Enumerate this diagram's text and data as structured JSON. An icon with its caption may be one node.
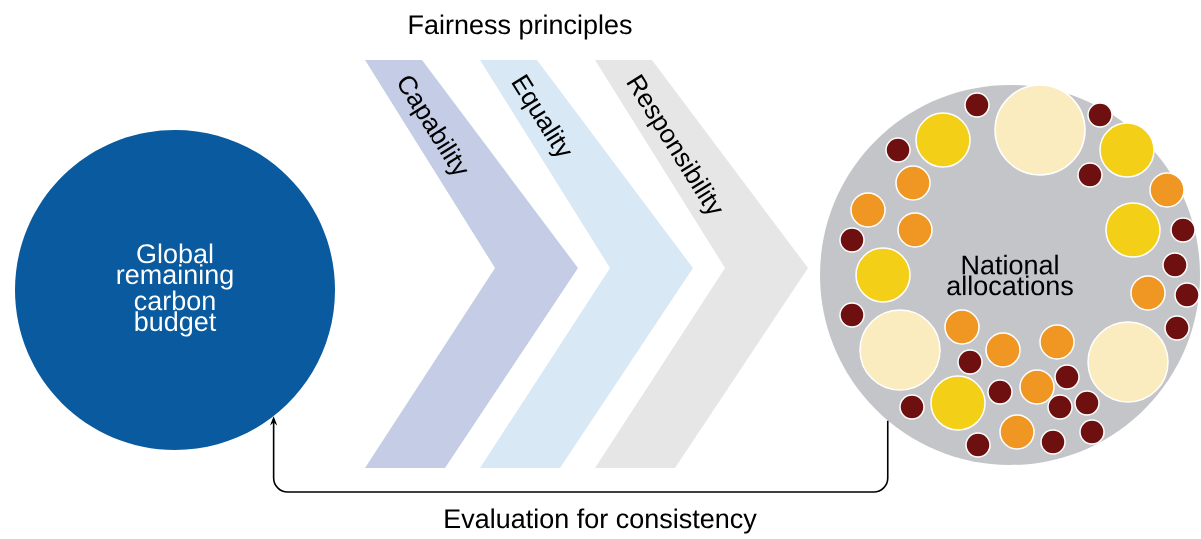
{
  "diagram": {
    "title": "Fairness principles",
    "nodes": [
      {
        "text": [
          "Global remaining carbon budget"
        ]
      },
      {
        "text": [
          "Capability"
        ]
      },
      {
        "text": [
          "Equality"
        ]
      },
      {
        "text": [
          "Responsibility"
        ]
      },
      {
        "text": [
          "National allocations"
        ]
      }
    ],
    "edges": [
      {
        "from": 4,
        "to": 0,
        "arrow": "to",
        "label": "Evaluation for consistency"
      }
    ]
  }
}
